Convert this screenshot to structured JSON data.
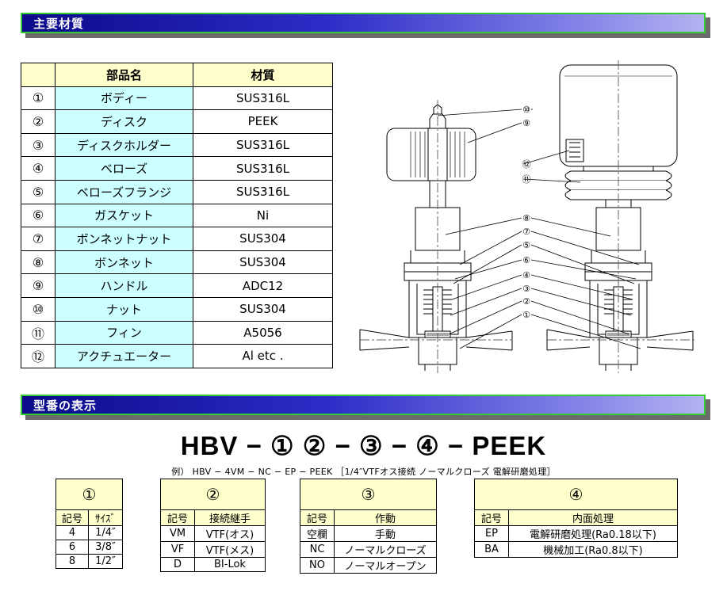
{
  "sections": {
    "materials_title": "主要材質",
    "model_title": "型番の表示"
  },
  "materials_table": {
    "headers": [
      "",
      "部品名",
      "材質"
    ],
    "rows": [
      {
        "no": "①",
        "name": "ボディー",
        "material": "SUS316L"
      },
      {
        "no": "②",
        "name": "ディスク",
        "material": "PEEK"
      },
      {
        "no": "③",
        "name": "ディスクホルダー",
        "material": "SUS316L"
      },
      {
        "no": "④",
        "name": "ベローズ",
        "material": "SUS316L"
      },
      {
        "no": "⑤",
        "name": "ベローズフランジ",
        "material": "SUS316L"
      },
      {
        "no": "⑥",
        "name": "ガスケット",
        "material": "Ni"
      },
      {
        "no": "⑦",
        "name": "ボンネットナット",
        "material": "SUS304"
      },
      {
        "no": "⑧",
        "name": "ボンネット",
        "material": "SUS304"
      },
      {
        "no": "⑨",
        "name": "ハンドル",
        "material": "ADC12"
      },
      {
        "no": "⑩",
        "name": "ナット",
        "material": "SUS304"
      },
      {
        "no": "⑪",
        "name": "フィン",
        "material": "A5056"
      },
      {
        "no": "⑫",
        "name": "アクチュエーター",
        "material": "Al etc ."
      }
    ]
  },
  "drawing": {
    "left_labels": [
      "⑩",
      "⑨",
      "⑧",
      "⑦",
      "⑤",
      "⑥",
      "④",
      "③",
      "②",
      "①"
    ],
    "right_labels": [
      "⑫",
      "⑪"
    ]
  },
  "model": {
    "code": "HBV − ① ② − ③ − ④ − PEEK",
    "example": "例） HBV − 4VM − NC − EP − PEEK ［1/4″VTFオス接続 ノーマルクローズ 電解研磨処理］"
  },
  "code_tables": {
    "t1": {
      "title": "①",
      "headers": [
        "記号",
        "ｻｲｽﾞ"
      ],
      "rows": [
        [
          "4",
          "1/4″"
        ],
        [
          "6",
          "3/8″"
        ],
        [
          "8",
          "1/2″"
        ]
      ]
    },
    "t2": {
      "title": "②",
      "headers": [
        "記号",
        "接続継手"
      ],
      "rows": [
        [
          "VM",
          "VTF(オス)"
        ],
        [
          "VF",
          "VTF(メス)"
        ],
        [
          "D",
          "BI-Lok"
        ]
      ]
    },
    "t3": {
      "title": "③",
      "headers": [
        "記号",
        "作動"
      ],
      "rows": [
        [
          "空欄",
          "手動"
        ],
        [
          "NC",
          "ノーマルクローズ"
        ],
        [
          "NO",
          "ノーマルオープン"
        ]
      ]
    },
    "t4": {
      "title": "④",
      "headers": [
        "記号",
        "内面処理"
      ],
      "rows": [
        [
          "EP",
          "電解研磨処理(Ra0.18以下)"
        ],
        [
          "BA",
          "機械加工(Ra0.8以下)"
        ]
      ]
    }
  }
}
